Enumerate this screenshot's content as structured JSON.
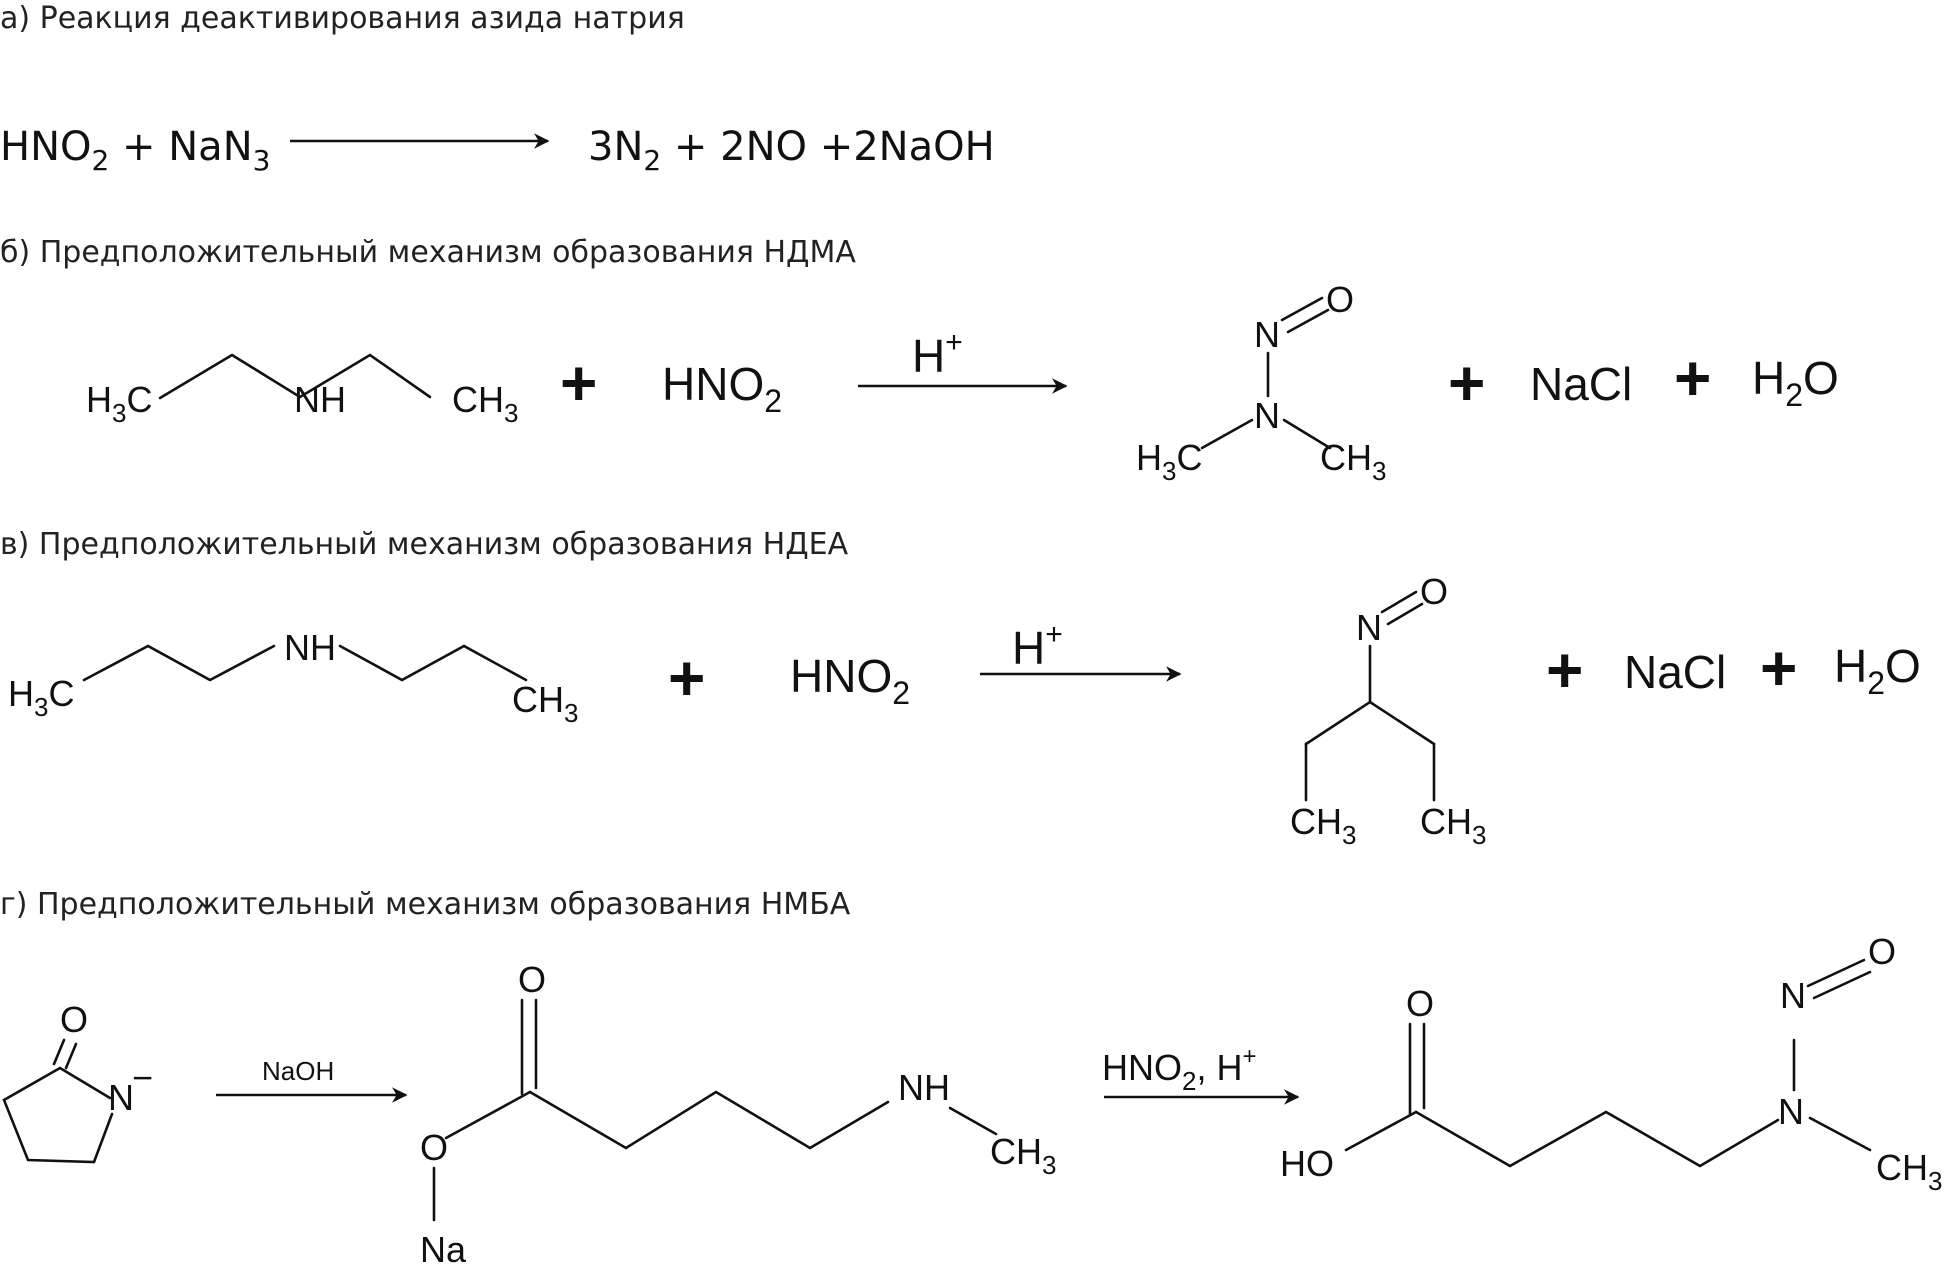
{
  "sections": {
    "a": {
      "caption": "а) Реакция деактивирования азида натрия"
    },
    "b": {
      "caption": "б) Предположительный механизм образования НДМА"
    },
    "c": {
      "caption": "в) Предположительный механизм образования НДЕА"
    },
    "d": {
      "caption": "г) Предположительный механизм образования НМБА"
    }
  },
  "reaction_a": {
    "hno": "HNO",
    "sub2": "2",
    "plus_nan": " + NaN",
    "sub3": "3",
    "three_n": "3N",
    "rest": " + 2NO +2NaOH"
  },
  "labels": {
    "H": "H",
    "C": "C",
    "CH": "CH",
    "NH": "NH",
    "N": "N",
    "O": "O",
    "HNO": "HNO",
    "sub2": "2",
    "sub3": "3",
    "plus_sup": "+",
    "plus": "+",
    "NaCl": "NaCl",
    "H2O_H": "H",
    "H2O_O": "O",
    "NaOH": "NaOH",
    "Na": "Na",
    "HO": "HO",
    "minus": "−",
    "hno2_h_comma": ", H"
  }
}
